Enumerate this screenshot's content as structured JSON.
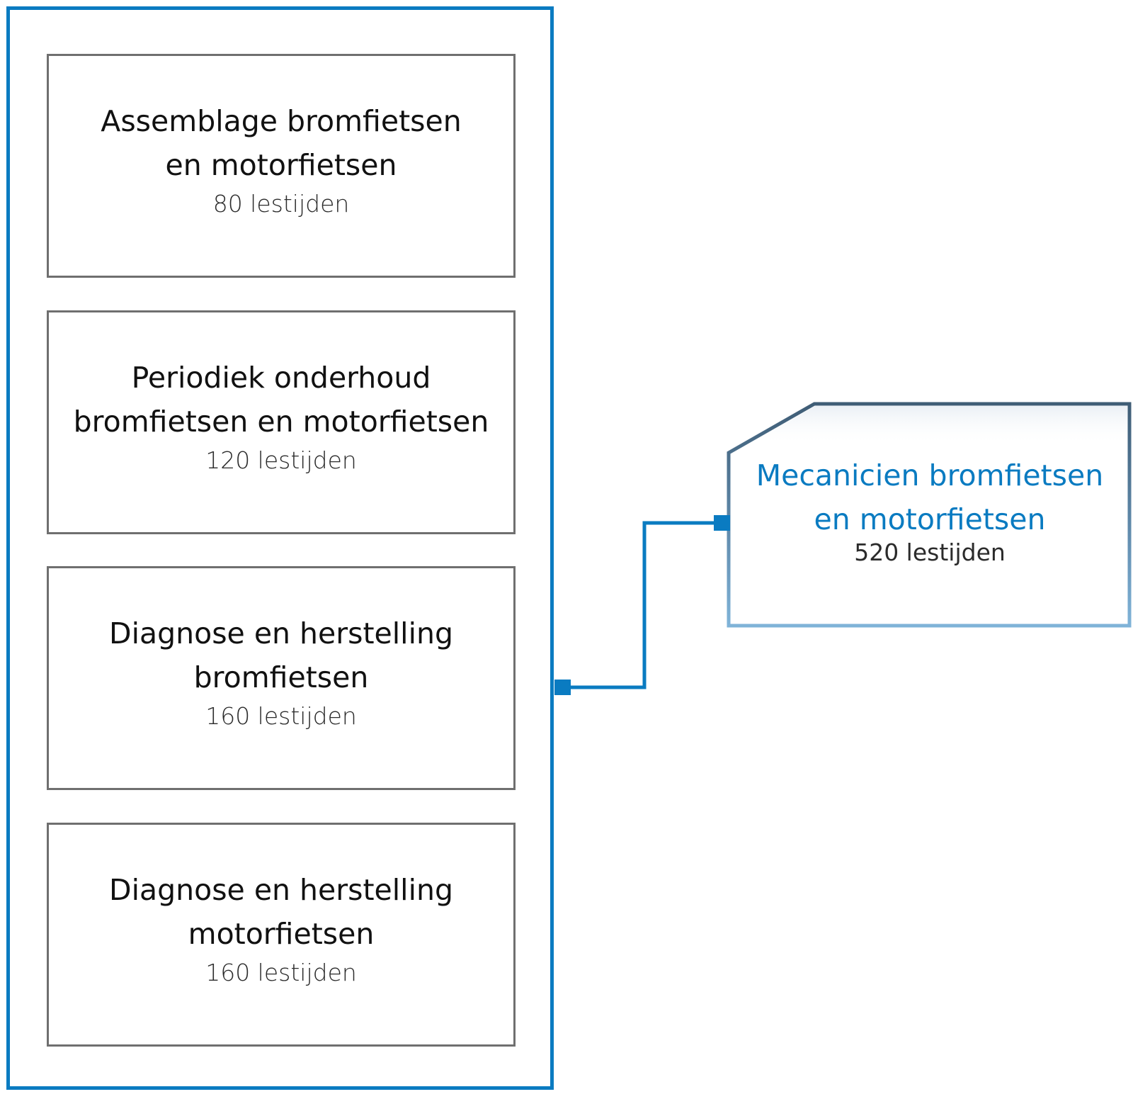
{
  "modules": [
    {
      "title": "Assemblage bromfietsen\nen motorfietsen",
      "hours": "80 lestijden"
    },
    {
      "title": "Periodiek onderhoud\nbromfietsen en motorfietsen",
      "hours": "120 lestijden"
    },
    {
      "title": "Diagnose en herstelling\nbromfietsen",
      "hours": "160 lestijden"
    },
    {
      "title": "Diagnose en herstelling\nmotorfietsen",
      "hours": "160 lestijden"
    }
  ],
  "result": {
    "title": "Mecanicien bromfietsen\nen motorfietsen",
    "hours": "520 lestijden"
  },
  "colors": {
    "accent": "#0a7bc1",
    "box_border": "#6f6f6f",
    "result_border_dark": "#3f5d76",
    "result_border_light": "#7fb3d8"
  }
}
